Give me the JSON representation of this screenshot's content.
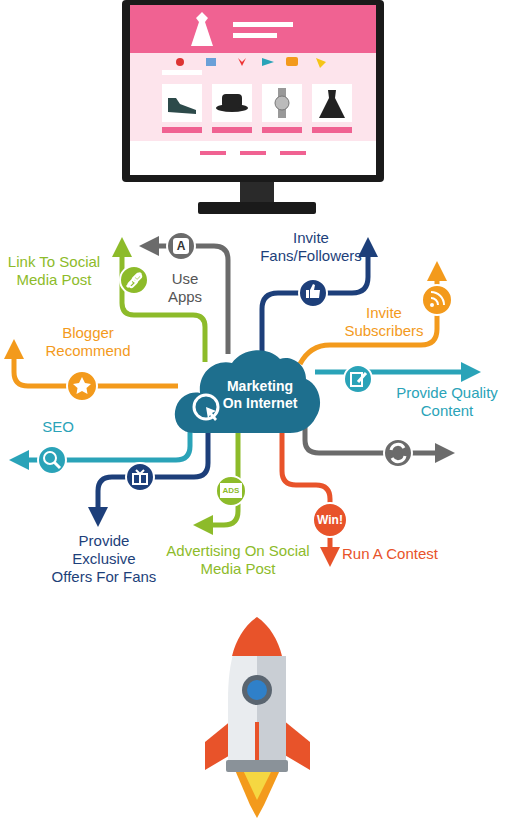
{
  "diagram": {
    "nodes": [
      {
        "text": [
          "Marketing On Internet"
        ]
      }
    ],
    "edges": [],
    "labels": [
      "Link To Social Media Post",
      "Use Apps",
      "A",
      "Invite Fans/Followers",
      "Invite Subscribers",
      "Blogger Recommend",
      "Provide Quality Content",
      "SEO",
      "Provide Exclusive Offers For Fans",
      "ADS",
      "Advertising On Social Media Post",
      "Win!",
      "Run A Contest"
    ]
  }
}
